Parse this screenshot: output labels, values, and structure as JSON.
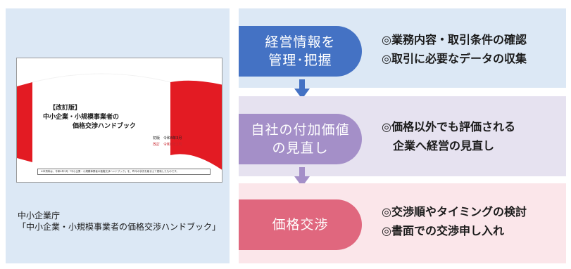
{
  "cover": {
    "heading_line1": "【改訂版】",
    "heading_line2": "中小企業・小規模事業者の",
    "heading_line3": "価格交渉ハンドブック",
    "date_initial": "初版　令和4年3月",
    "date_revised": "改訂　令和6年2月",
    "footnote": "※本資料は、令和4年3月「中小企業・小規模事業者の価格交渉ハンドブック」を、昨今の状況を踏まえて更新したものです。",
    "brand_color": "#e31b23"
  },
  "source": {
    "agency": "中小企業庁",
    "document": "「中小企業・小規模事業者の価格交渉ハンドブック」"
  },
  "steps": [
    {
      "label_line1": "経営情報を",
      "label_line2": "管理･把握",
      "color": "#4472c4",
      "bullets": [
        "◎業務内容・取引条件の確認",
        "◎取引に必要なデータの収集"
      ]
    },
    {
      "label_line1": "自社の付加価値",
      "label_line2": "の見直し",
      "color": "#a48fc8",
      "bullets": [
        "◎価格以外でも評価される",
        "　企業へ経営の見直し"
      ]
    },
    {
      "label_line1": "価格交渉",
      "color": "#e0677e",
      "bullets": [
        "◎交渉順やタイミングの検討",
        "◎書面での交渉申し入れ"
      ]
    }
  ],
  "arrows": [
    {
      "icon": "down-arrow-icon",
      "color": "#4472c4"
    },
    {
      "icon": "down-arrow-icon",
      "color": "#a48fc8"
    }
  ]
}
